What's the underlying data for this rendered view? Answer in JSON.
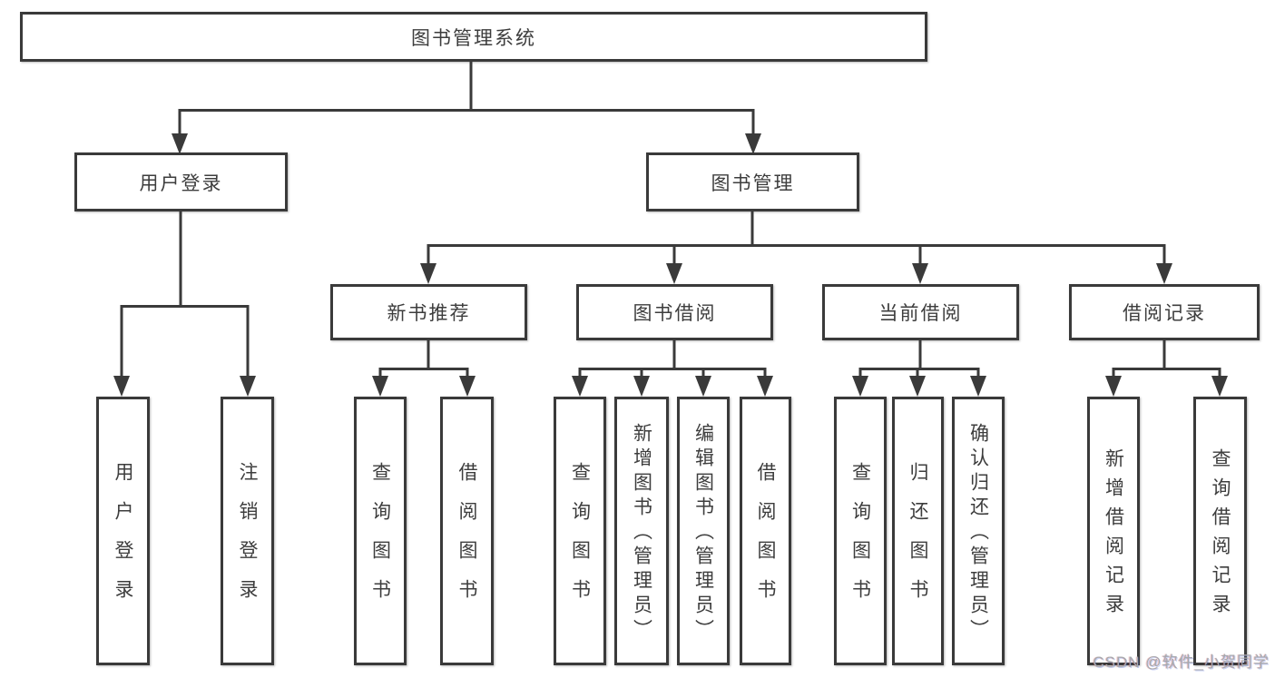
{
  "diagram": {
    "title": "图书管理系统",
    "type": "hierarchy-tree",
    "colors": {
      "line": "#3a3a3a",
      "text": "#3d3d3d",
      "background": "#ffffff",
      "watermark": "#a6a9ad"
    },
    "watermark": "CSDN @软件_小贺同学",
    "nodes": {
      "root": {
        "label": "图书管理系统"
      },
      "userLogin": {
        "label": "用户登录"
      },
      "bookMgmt": {
        "label": "图书管理"
      },
      "newBookRec": {
        "label": "新书推荐"
      },
      "bookBorrow": {
        "label": "图书借阅"
      },
      "currentBorrow": {
        "label": "当前借阅"
      },
      "borrowRecord": {
        "label": "借阅记录"
      },
      "loginLeaf": {
        "label": "用户登录"
      },
      "logoutLeaf": {
        "label": "注销登录"
      },
      "recQueryBook": {
        "label": "查询图书"
      },
      "recBorrowBook": {
        "label": "借阅图书"
      },
      "bbQueryBook": {
        "label": "查询图书"
      },
      "bbAddBook": {
        "label": "新增图书（管理员）"
      },
      "bbEditBook": {
        "label": "编辑图书（管理员）"
      },
      "bbBorrowBook": {
        "label": "借阅图书"
      },
      "cbQueryBook": {
        "label": "查询图书"
      },
      "cbReturnBook": {
        "label": "归还图书"
      },
      "cbConfirmReturn": {
        "label": "确认归还（管理员）"
      },
      "brAddRecord": {
        "label": "新增借阅记录"
      },
      "brQueryRecord": {
        "label": "查询借阅记录"
      }
    },
    "edges": [
      {
        "from": "图书管理系统",
        "to": [
          "用户登录",
          "图书管理"
        ]
      },
      {
        "from": "用户登录",
        "to": [
          "用户登录",
          "注销登录"
        ]
      },
      {
        "from": "图书管理",
        "to": [
          "新书推荐",
          "图书借阅",
          "当前借阅",
          "借阅记录"
        ]
      },
      {
        "from": "新书推荐",
        "to": [
          "查询图书",
          "借阅图书"
        ]
      },
      {
        "from": "图书借阅",
        "to": [
          "查询图书",
          "新增图书（管理员）",
          "编辑图书（管理员）",
          "借阅图书"
        ]
      },
      {
        "from": "当前借阅",
        "to": [
          "查询图书",
          "归还图书",
          "确认归还（管理员）"
        ]
      },
      {
        "from": "借阅记录",
        "to": [
          "新增借阅记录",
          "查询借阅记录"
        ]
      }
    ]
  }
}
